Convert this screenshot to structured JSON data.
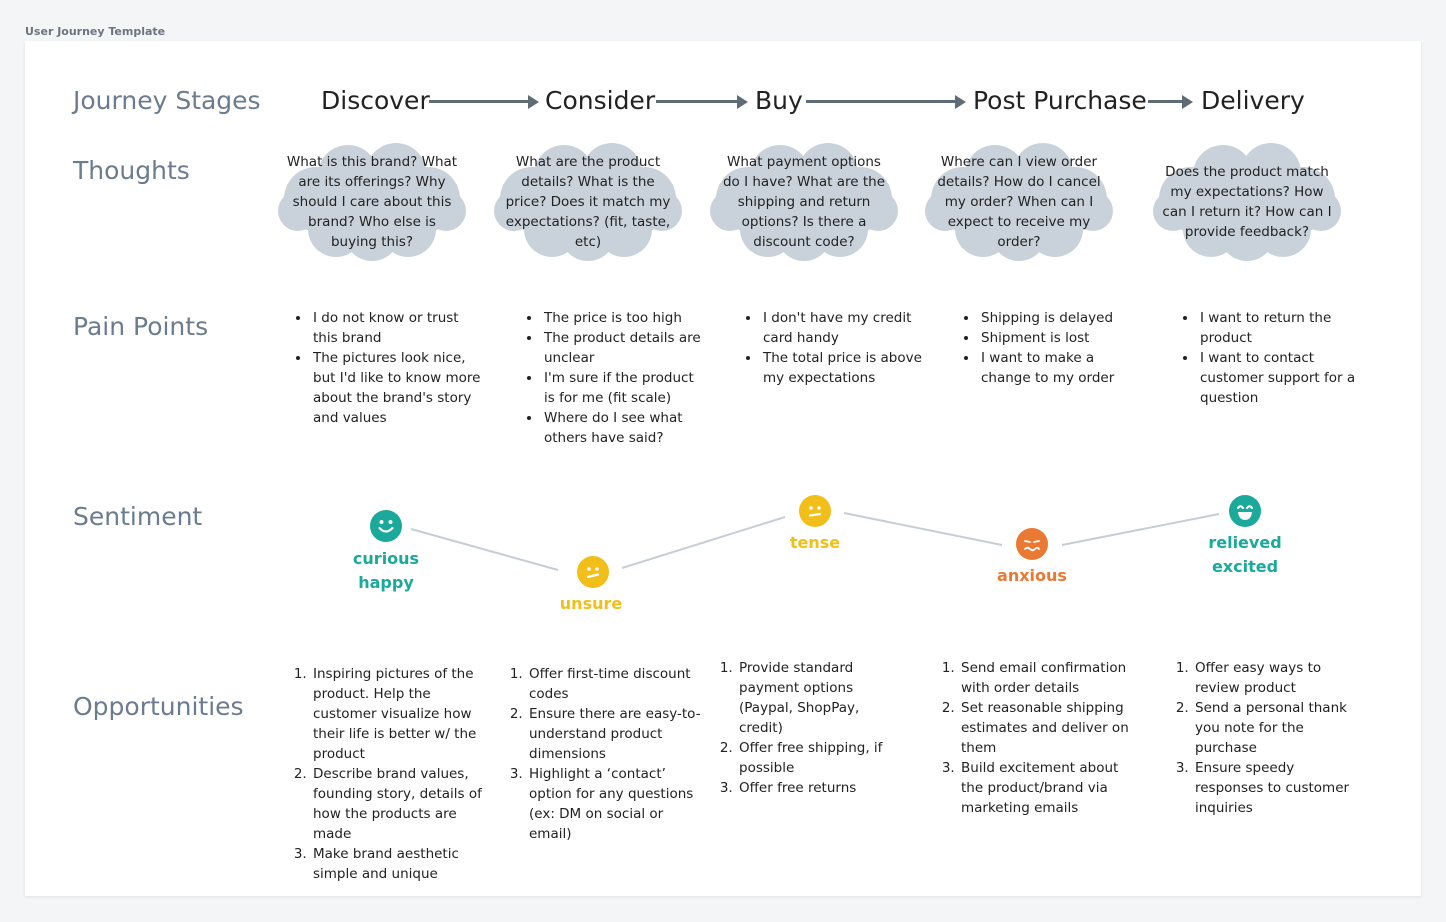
{
  "app": {
    "title": "User Journey Template"
  },
  "rows": {
    "stages": "Journey Stages",
    "thoughts": "Thoughts",
    "pain_points": "Pain Points",
    "sentiment": "Sentiment",
    "opportunities": "Opportunities"
  },
  "stages": [
    "Discover",
    "Consider",
    "Buy",
    "Post Purchase",
    "Delivery"
  ],
  "thoughts": [
    "What is this brand? What are its offerings? Why should I care about this brand? Who else is buying this?",
    "What are the product details? What is the price? Does it match my expectations? (fit, taste, etc)",
    "What payment options do I have? What are the shipping and return options? Is there a discount code?",
    "Where can I view order details? How do I cancel my order? When can I expect to receive my order?",
    "Does the product match my expectations? How can I return it? How can I provide feedback?"
  ],
  "pain_points": [
    [
      "I do not know or trust this brand",
      "The pictures look nice, but I'd like to know more about the brand's story and values"
    ],
    [
      "The price is too high",
      "The product details are unclear",
      "I'm sure if the product is for me (fit scale)",
      "Where do I see what others have said?"
    ],
    [
      "I don't have my credit card handy",
      "The total price is above my expectations"
    ],
    [
      "Shipping is delayed",
      "Shipment is lost",
      "I want to make a change to my order"
    ],
    [
      "I want to return the product",
      "I want to contact customer support for a question"
    ]
  ],
  "sentiment": [
    {
      "line1": "curious",
      "line2": "happy",
      "icon": "happy-face-icon",
      "color": "#1aa99a"
    },
    {
      "line1": "unsure",
      "line2": "",
      "icon": "unsure-face-icon",
      "color": "#f2be1a"
    },
    {
      "line1": "tense",
      "line2": "",
      "icon": "tense-face-icon",
      "color": "#f2be1a"
    },
    {
      "line1": "anxious",
      "line2": "",
      "icon": "anxious-face-icon",
      "color": "#ea7a33"
    },
    {
      "line1": "relieved",
      "line2": "excited",
      "icon": "excited-face-icon",
      "color": "#1aa99a"
    }
  ],
  "opportunities": [
    [
      "Inspiring pictures of the product. Help the customer visualize how their life is better w/ the product",
      "Describe brand values, founding story, details of how the products are made",
      "Make brand aesthetic simple and unique"
    ],
    [
      "Offer first-time discount codes",
      "Ensure there are easy-to-understand product dimensions",
      "Highlight a ‘contact’ option for any questions (ex: DM on social or email)"
    ],
    [
      "Provide standard payment options (Paypal, ShopPay, credit)",
      "Offer free shipping, if possible",
      "Offer free returns"
    ],
    [
      "Send email confirmation with order details",
      "Set reasonable shipping estimates and deliver on them",
      "Build excitement about the product/brand via marketing emails"
    ],
    [
      "Offer easy ways to review product",
      "Send a personal thank you note for the purchase",
      "Ensure speedy responses to customer inquiries"
    ]
  ],
  "colors": {
    "label": "#6b7c8e",
    "cloud": "#c9d2da",
    "connector": "#c5ced6"
  }
}
